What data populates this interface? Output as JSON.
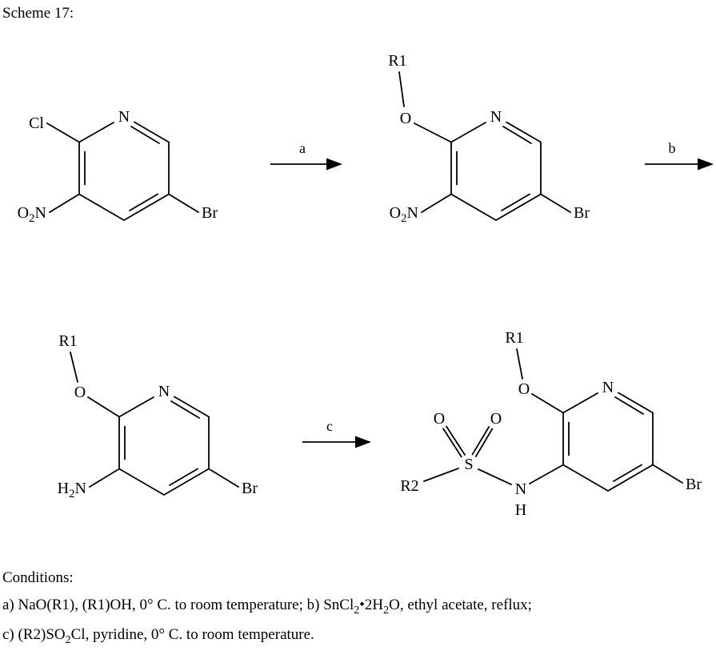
{
  "title": "Scheme 17:",
  "arrows": {
    "a": "a",
    "b": "b",
    "c": "c"
  },
  "atoms": {
    "m1": {
      "cl": "Cl",
      "n": "N",
      "no2_o": "O",
      "no2_sub": "2",
      "no2_n": "N",
      "br": "Br"
    },
    "m2": {
      "r1": "R1",
      "o": "O",
      "n": "N",
      "no2_o": "O",
      "no2_sub": "2",
      "no2_n": "N",
      "br": "Br"
    },
    "m3": {
      "r1": "R1",
      "o": "O",
      "n": "N",
      "nh2_h": "H",
      "nh2_sub": "2",
      "nh2_n": "N",
      "br": "Br"
    },
    "m4": {
      "r1": "R1",
      "o": "O",
      "n": "N",
      "br": "Br",
      "s": "S",
      "o_left": "O",
      "o_right": "O",
      "r2": "R2",
      "amide_n": "N",
      "amide_h": "H"
    }
  },
  "conditions": {
    "heading": "Conditions:",
    "line_ab": {
      "p1": "a) NaO(R1), (R1)OH, 0° C. to room temperature; b) SnCl",
      "s1": "2",
      "p2": "•2H",
      "s2": "2",
      "p3": "O, ethyl acetate, reflux;"
    },
    "line_c": {
      "p1": "c) (R2)SO",
      "s1": "2",
      "p2": "Cl, pyridine, 0° C. to room temperature."
    }
  }
}
